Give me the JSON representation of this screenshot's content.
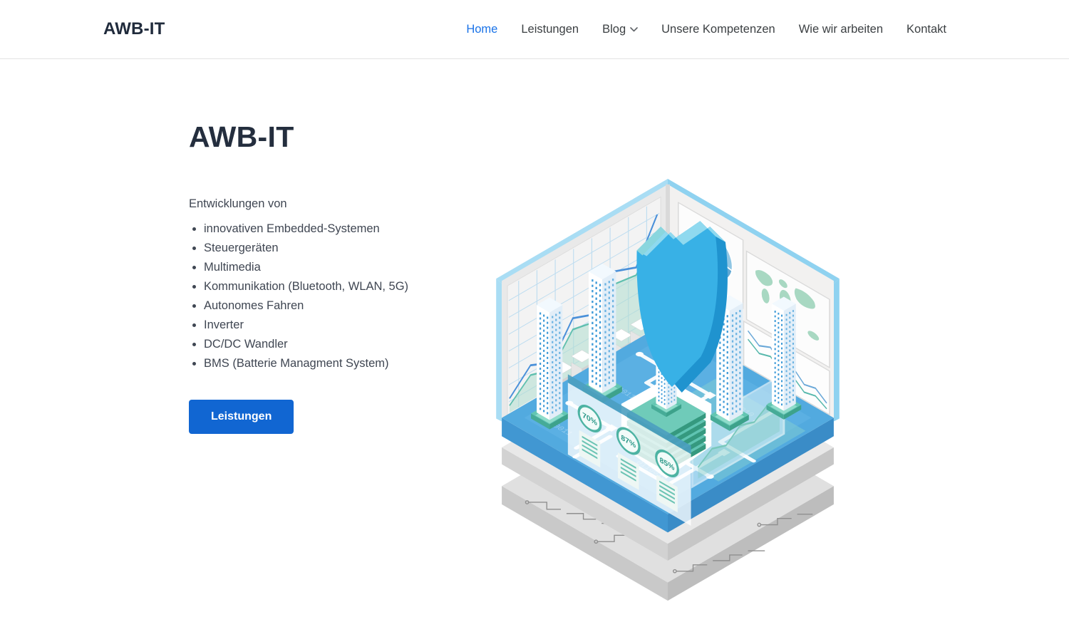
{
  "header": {
    "logo": "AWB-IT",
    "nav": [
      {
        "label": "Home",
        "active": true
      },
      {
        "label": "Leistungen",
        "active": false
      },
      {
        "label": "Blog",
        "active": false,
        "has_dropdown": true
      },
      {
        "label": "Unsere Kompetenzen",
        "active": false
      },
      {
        "label": "Wie wir arbeiten",
        "active": false
      },
      {
        "label": "Kontakt",
        "active": false
      }
    ]
  },
  "hero": {
    "title": "AWB-IT",
    "intro": "Entwicklungen von",
    "services": [
      "innovativen Embedded-Systemen",
      "Steuergeräten",
      "Multimedia",
      "Kommunikation (Bluetooth, WLAN, 5G)",
      "Autonomes Fahren",
      "Inverter",
      "DC/DC Wandler",
      "BMS (Batterie Managment System)"
    ],
    "cta_label": "Leistungen"
  },
  "illustration": {
    "badges": [
      "70%",
      "87%",
      "85%"
    ]
  },
  "colors": {
    "accent": "#1166d2",
    "link_active": "#1a73e8",
    "heading": "#242e3e",
    "body_text": "#3f4652"
  }
}
